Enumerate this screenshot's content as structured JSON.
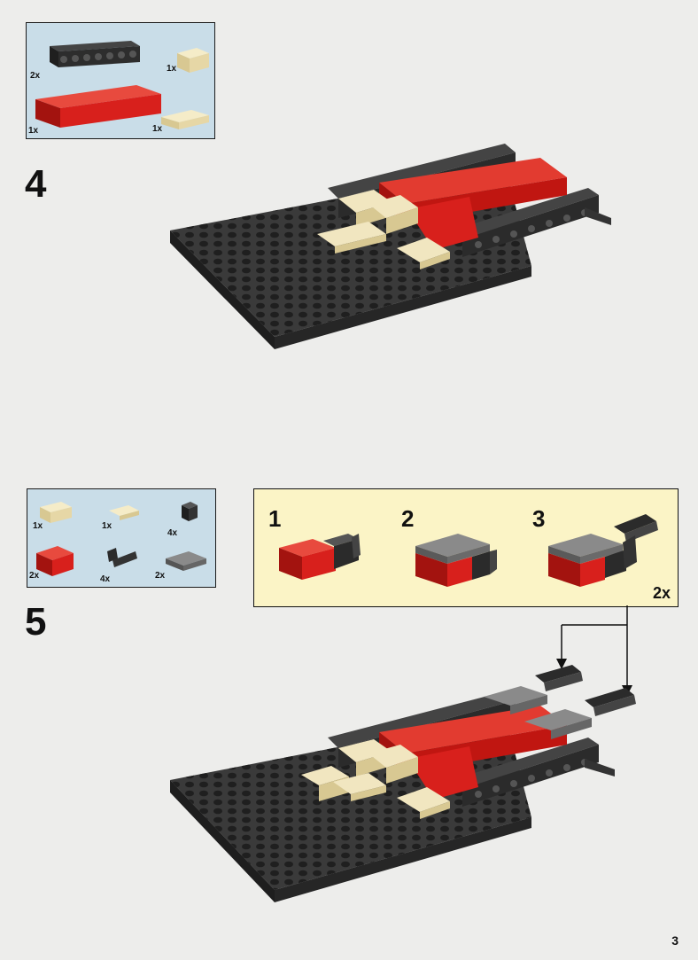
{
  "step4": {
    "number": "4",
    "parts": [
      {
        "qty": "2x",
        "name": "black-1x8-brick"
      },
      {
        "qty": "1x",
        "name": "tan-2x2-brick"
      },
      {
        "qty": "1x",
        "name": "red-2x8-brick"
      },
      {
        "qty": "1x",
        "name": "tan-2x3-plate"
      }
    ]
  },
  "step5": {
    "number": "5",
    "parts": [
      {
        "qty": "1x",
        "name": "tan-1x2-brick"
      },
      {
        "qty": "1x",
        "name": "tan-1x2-plate"
      },
      {
        "qty": "4x",
        "name": "black-1x1-clip-brick"
      },
      {
        "qty": "2x",
        "name": "red-2x2-brick"
      },
      {
        "qty": "4x",
        "name": "black-clip-plate"
      },
      {
        "qty": "2x",
        "name": "gray-2x2-plate"
      }
    ],
    "substeps": [
      "1",
      "2",
      "3"
    ],
    "submodel_qty": "2x"
  },
  "page_number": "3",
  "colors": {
    "red": "#d8201c",
    "black": "#2b2b2b",
    "tan": "#efe2b6",
    "gray": "#767676"
  }
}
